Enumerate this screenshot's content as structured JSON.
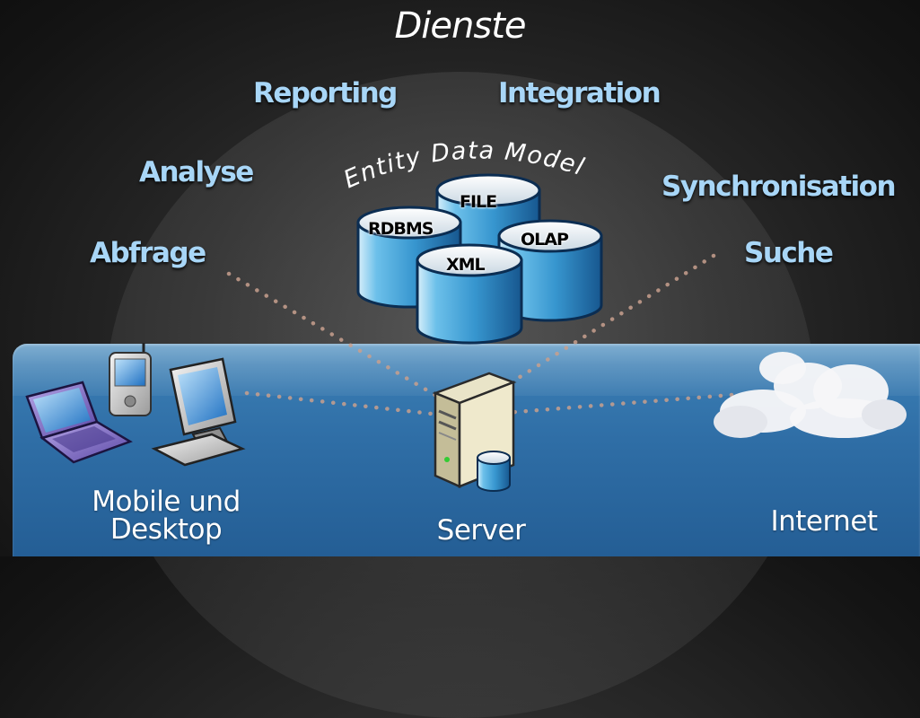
{
  "title": "Dienste",
  "services": {
    "reporting": "Reporting",
    "integration": "Integration",
    "analyse": "Analyse",
    "synchronisation": "Synchronisation",
    "abfrage": "Abfrage",
    "suche": "Suche"
  },
  "entity_data_model": "Entity Data Model",
  "stores": {
    "file": "FILE",
    "rdbms": "RDBMS",
    "olap": "OLAP",
    "xml": "XML"
  },
  "tiers": {
    "mobile_line1": "Mobile und",
    "mobile_line2": "Desktop",
    "server": "Server",
    "internet": "Internet"
  },
  "icons": [
    "laptop-icon",
    "pda-icon",
    "monitor-icon",
    "server-icon",
    "cloud-icon",
    "database-icon"
  ],
  "colors": {
    "service_text": "#a8d6f7",
    "band_blue": "#2f6ea6",
    "connector_dots": "#c8a08e",
    "cylinder_blue": "#4fa9dd"
  }
}
